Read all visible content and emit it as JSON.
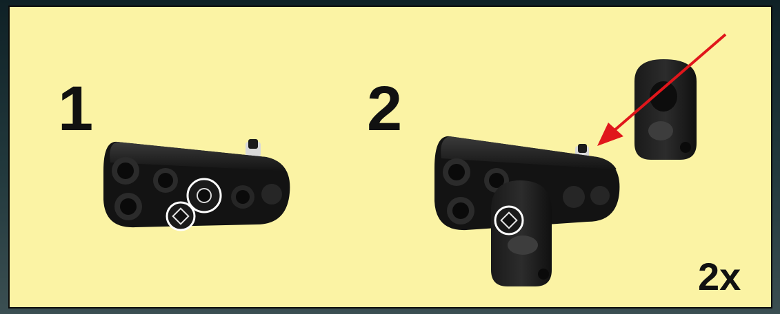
{
  "steps": [
    {
      "number": "1"
    },
    {
      "number": "2"
    }
  ],
  "quantity": "2x",
  "colors": {
    "background": "#fbf3a4",
    "part": "#141414",
    "arrow": "#e0161b"
  }
}
